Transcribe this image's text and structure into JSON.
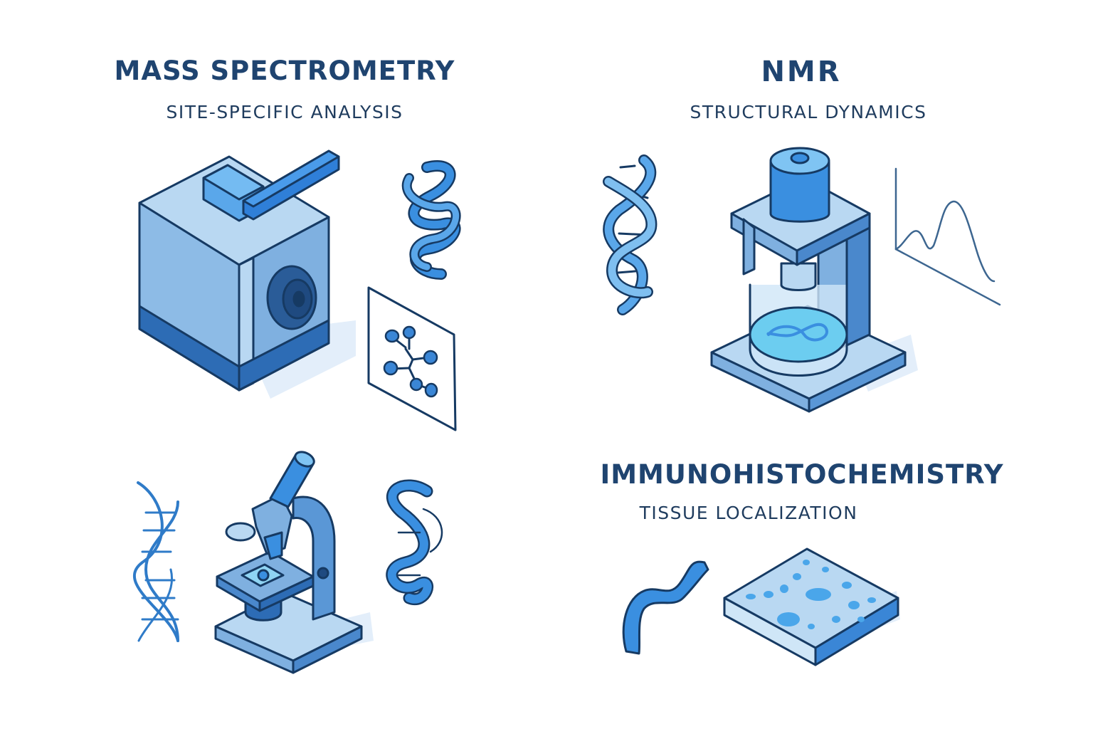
{
  "sections": [
    {
      "id": "mass-spectrometry",
      "title": "MASS SPECTROMETRY",
      "subtitle": "SITE-SPECIFIC ANALYSIS",
      "illustrations": [
        "mass-spectrometer-icon",
        "protein-helix-icon",
        "molecule-diagram-card-icon"
      ]
    },
    {
      "id": "nmr",
      "title": "NMR",
      "subtitle": "STRUCTURAL DYNAMICS",
      "illustrations": [
        "dna-double-helix-icon",
        "nmr-spectrometer-icon",
        "spectrum-peak-chart-icon"
      ]
    },
    {
      "id": "immunohistochemistry",
      "title": "IMMUNOHISTOCHEMISTRY",
      "subtitle": "TISSUE LOCALIZATION",
      "illustrations": [
        "protein-ribbon-icon",
        "tissue-slice-icon"
      ]
    },
    {
      "id": "microscopy-cluster",
      "title": "",
      "subtitle": "",
      "illustrations": [
        "dna-strand-icon",
        "microscope-icon",
        "protein-helix-icon"
      ]
    }
  ],
  "colors": {
    "title": "#1f4470",
    "subtitle": "#1f3c5e",
    "outline": "#163a63",
    "light_blue": "#b9d8f2",
    "mid_blue": "#7fb3e3",
    "accent_blue": "#3a8fe0",
    "deep_blue": "#2d6cb5",
    "shadow": "#e3eefa"
  }
}
